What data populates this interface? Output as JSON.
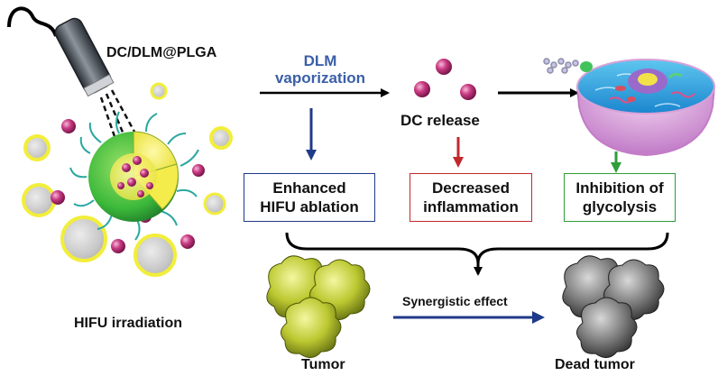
{
  "diagram": {
    "probe_label": "DC/DLM@PLGA",
    "hifu_label": "HIFU irradiation",
    "vaporization_line1": "DLM",
    "vaporization_line2": "vaporization",
    "release_label": "DC release",
    "boxes": [
      {
        "line1": "Enhanced",
        "line2": "HIFU ablation",
        "color": "#1f3a8a"
      },
      {
        "line1": "Decreased",
        "line2": "inflammation",
        "color": "#c0282d"
      },
      {
        "line1": "Inhibition of",
        "line2": "glycolysis",
        "color": "#2e9e3a"
      }
    ],
    "synergy_label": "Synergistic effect",
    "tumor_label": "Tumor",
    "dead_tumor_label": "Dead tumor"
  },
  "colors": {
    "navy": "#1f3a8a",
    "red": "#c0282d",
    "green": "#2e9e3a",
    "vapor_text": "#3a5fa8",
    "droplet": "#c83a82",
    "bubble_ring": "#f2ee3a",
    "tumor_live": "#c9d43a",
    "tumor_dead": "#6f6f6f",
    "cell_membrane": "#c47cc8"
  }
}
